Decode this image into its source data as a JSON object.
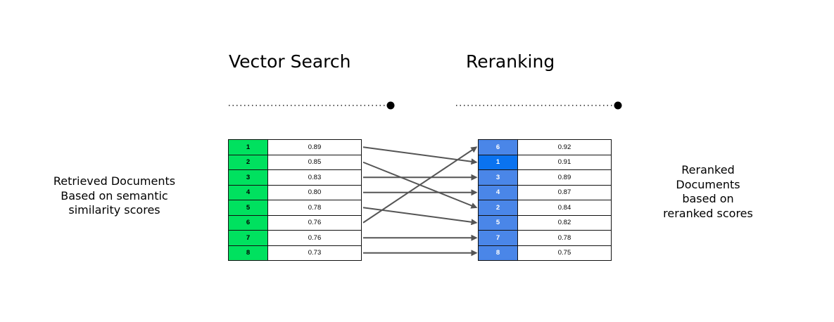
{
  "titles": {
    "vector_search": "Vector Search",
    "reranking": "Reranking"
  },
  "labels": {
    "left": "Retrieved Documents\nBased on semantic\nsimilarity scores",
    "right": "Reranked\nDocuments\nbased on\nreranked scores"
  },
  "retrieved": [
    {
      "id": "1",
      "score": "0.89"
    },
    {
      "id": "2",
      "score": "0.85"
    },
    {
      "id": "3",
      "score": "0.83"
    },
    {
      "id": "4",
      "score": "0.80"
    },
    {
      "id": "5",
      "score": "0.78"
    },
    {
      "id": "6",
      "score": "0.76"
    },
    {
      "id": "7",
      "score": "0.76"
    },
    {
      "id": "8",
      "score": "0.73"
    }
  ],
  "reranked": [
    {
      "id": "6",
      "score": "0.92"
    },
    {
      "id": "1",
      "score": "0.91"
    },
    {
      "id": "3",
      "score": "0.89"
    },
    {
      "id": "4",
      "score": "0.87"
    },
    {
      "id": "2",
      "score": "0.84"
    },
    {
      "id": "5",
      "score": "0.82"
    },
    {
      "id": "7",
      "score": "0.78"
    },
    {
      "id": "8",
      "score": "0.75"
    }
  ],
  "colors": {
    "retrieved_id_cell": "#00e15f",
    "reranked_id_cell": "#4a86e8",
    "highlighted_id_cell": "#0a73f0",
    "arrow": "#555555"
  }
}
